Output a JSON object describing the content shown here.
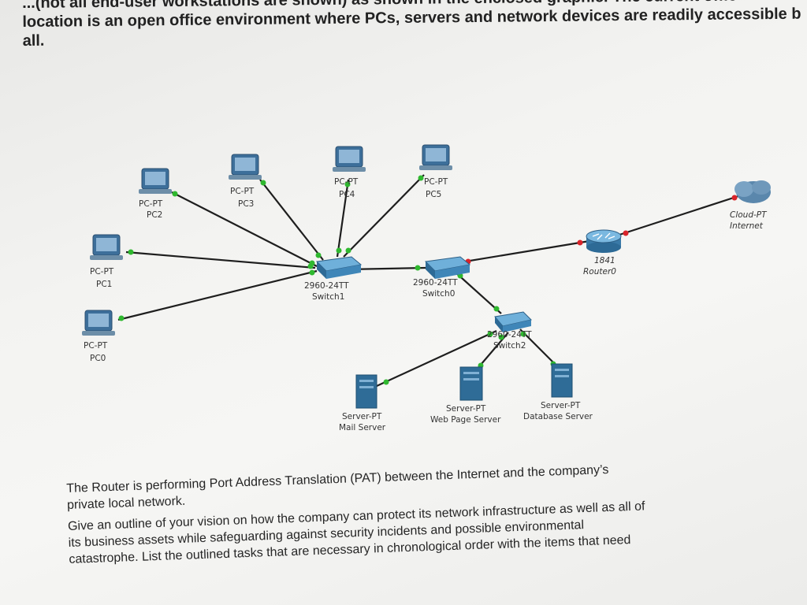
{
  "intro": {
    "line1": "...(not all end-user workstations are shown) as shown in the enclosed graphic.  The current offic",
    "line2": "location is an open office environment where PCs, servers and network devices are readily accessible b",
    "line3": "all."
  },
  "diagram": {
    "nodes": {
      "pc2": {
        "type": "PC-PT",
        "name": "PC2"
      },
      "pc3": {
        "type": "PC-PT",
        "name": "PC3"
      },
      "pc4": {
        "type": "PC-PT",
        "name": "PC4"
      },
      "pc5": {
        "type": "PC-PT",
        "name": "PC5"
      },
      "pc1": {
        "type": "PC-PT",
        "name": "PC1"
      },
      "pc0": {
        "type": "PC-PT",
        "name": "PC0"
      },
      "switch1": {
        "type": "2960-24TT",
        "name": "Switch1"
      },
      "switch0": {
        "type": "2960-24TT",
        "name": "Switch0"
      },
      "switch2": {
        "type": "2960-24TT",
        "name": "Switch2"
      },
      "router0": {
        "type": "1841",
        "name": "Router0"
      },
      "cloud": {
        "type": "Cloud-PT",
        "name": "Internet"
      },
      "mail": {
        "type": "Server-PT",
        "name": "Mail Server"
      },
      "web": {
        "type": "Server-PT",
        "name": "Web Page Server"
      },
      "db": {
        "type": "Server-PT",
        "name": "Database Server"
      }
    },
    "colors": {
      "link": "#1e1e1e",
      "port_up": "#2fb82f",
      "port_down": "#d9232a",
      "pc_screen": "#3d6f9a",
      "switch": "#3f86b8",
      "router": "#4a90c0",
      "server": "#2f6c97",
      "cloud": "#5a87ac"
    }
  },
  "body": {
    "para1_line1": "The Router is performing Port Address Translation (PAT) between the Internet and the company’s",
    "para1_line2": "private local network.",
    "para2_line1": "Give an outline of your vision on how the company can protect its network infrastructure as well as all of",
    "para2_line2": "its business assets while safeguarding against security incidents and possible environmental",
    "para2_line3": "catastrophe.  List the outlined tasks that are necessary in chronological order with the items that need"
  }
}
